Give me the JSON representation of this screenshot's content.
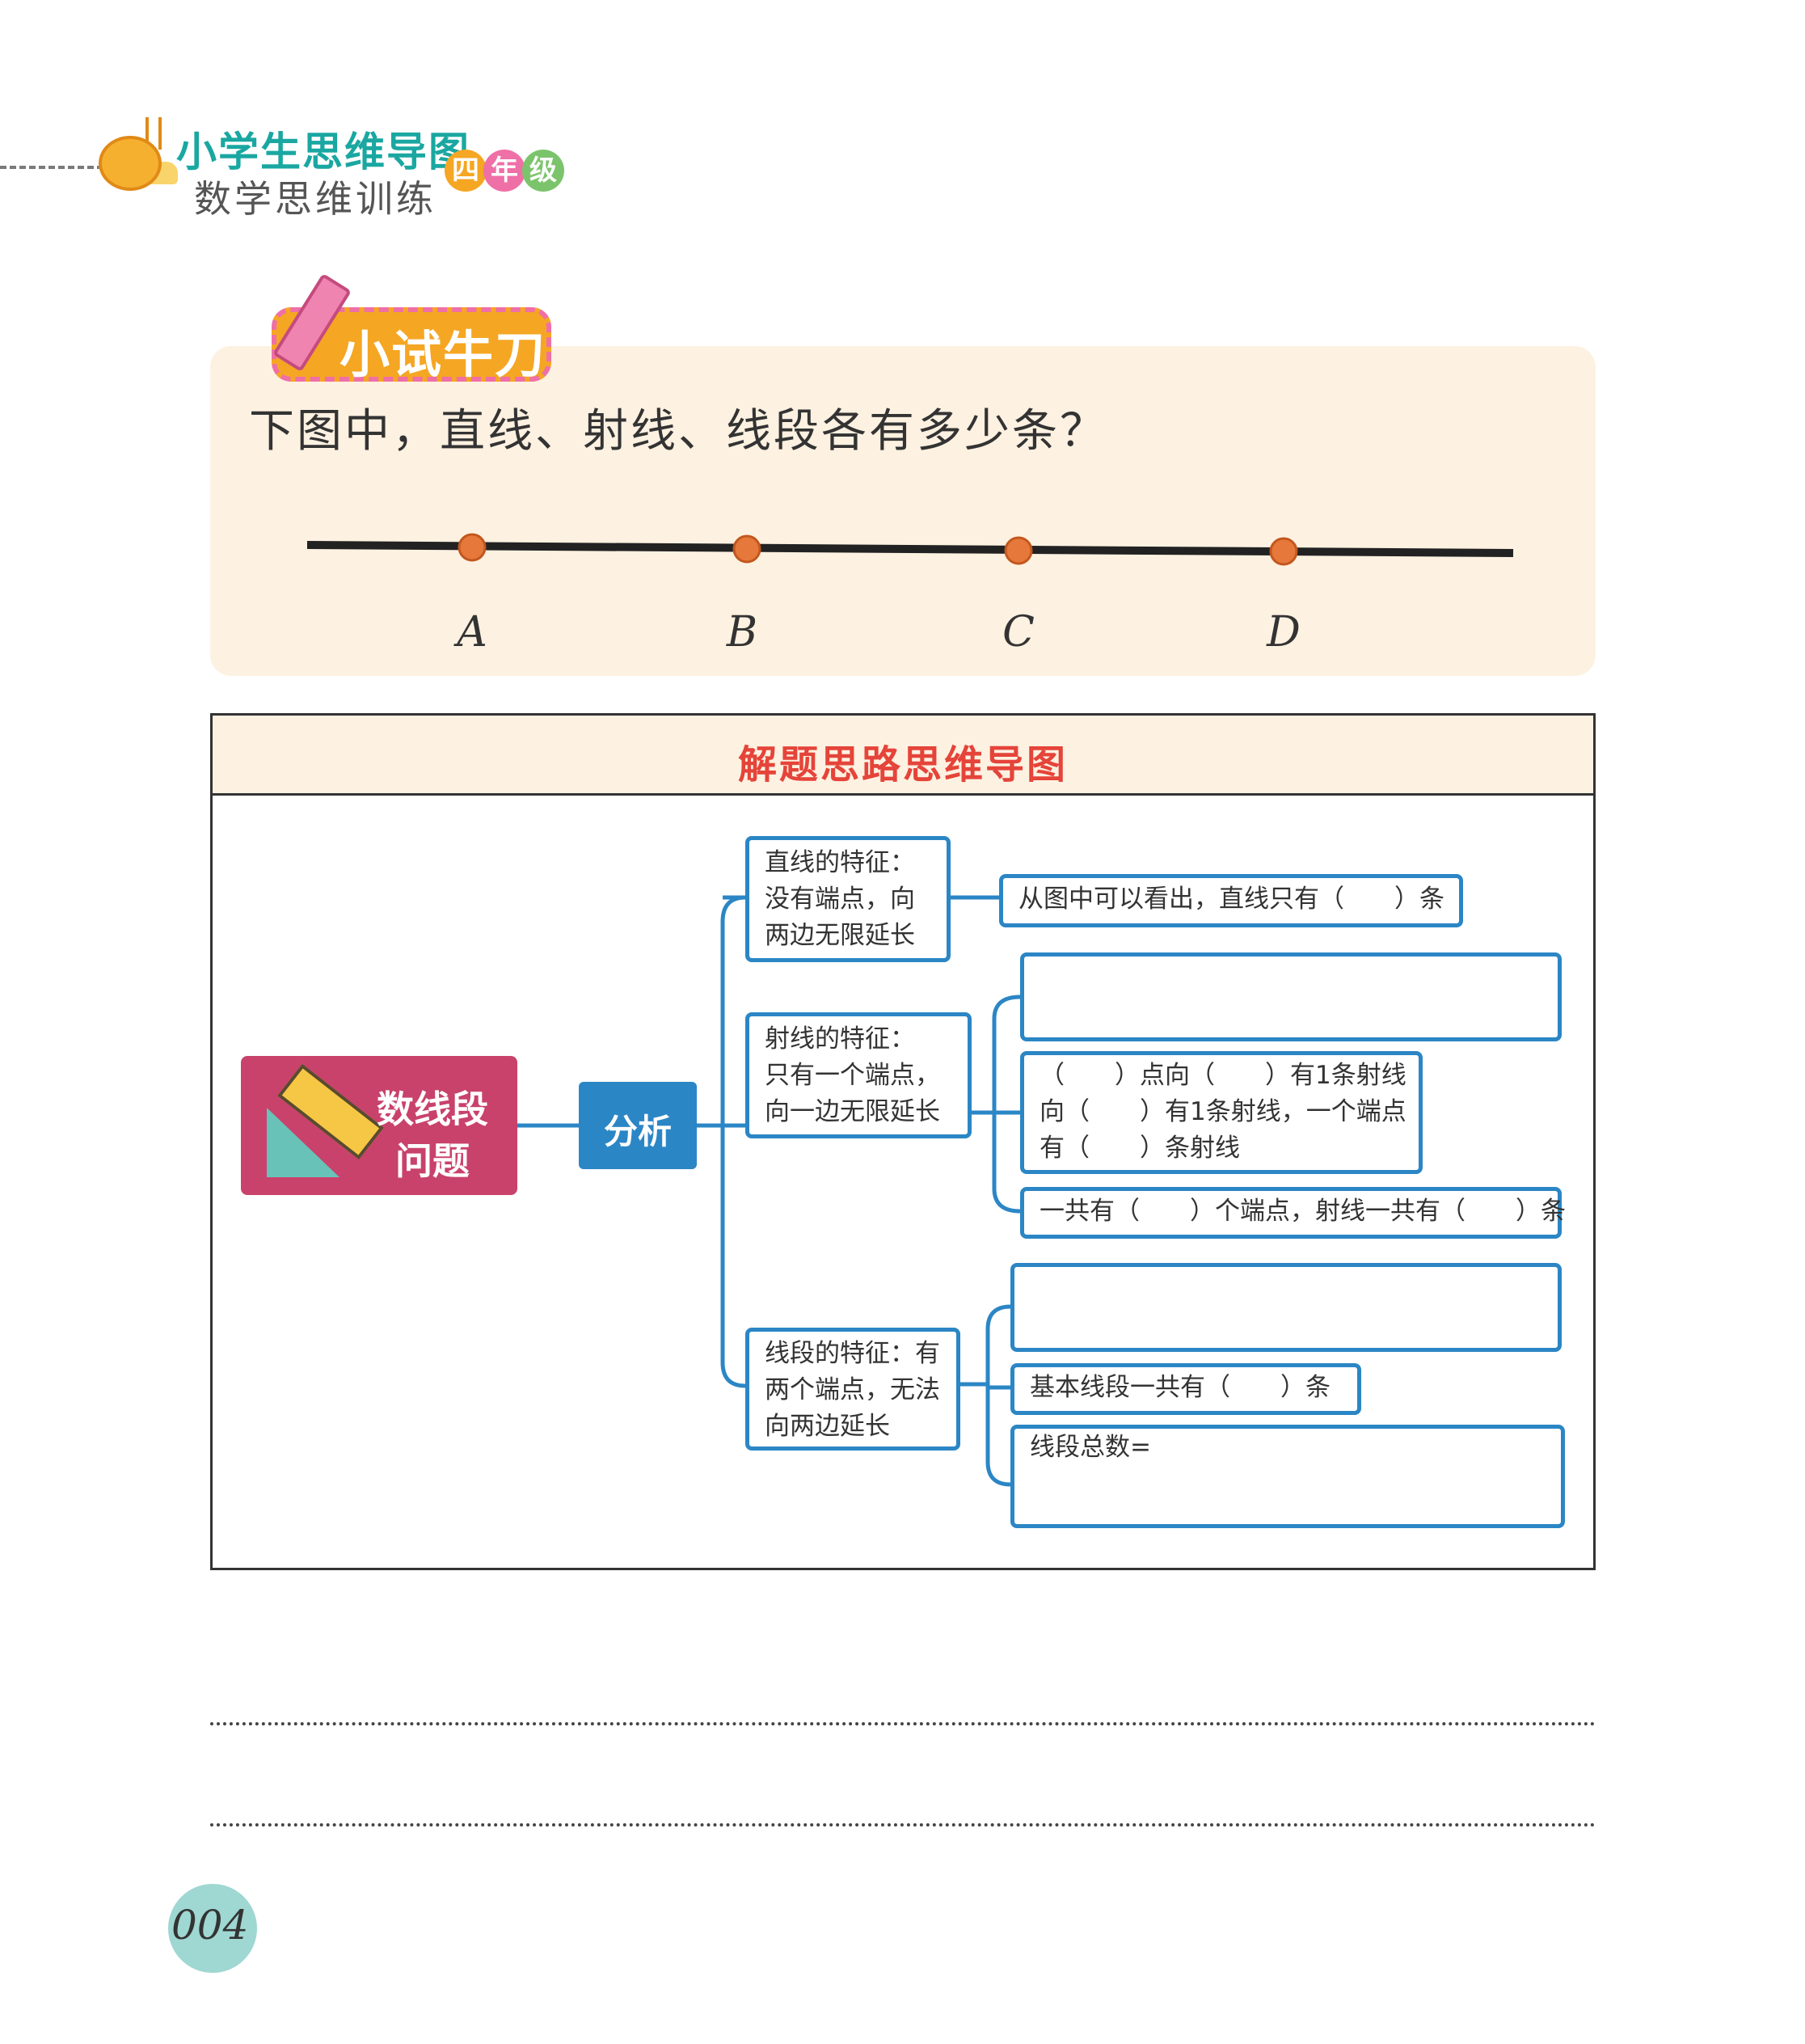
{
  "header": {
    "series_title": "小学生思维导图",
    "subtitle": "数学思维训练",
    "grade_chars": [
      "四",
      "年",
      "级"
    ]
  },
  "practice": {
    "badge_label": "小试牛刀",
    "question": "下图中，直线、射线、线段各有多少条？",
    "point_labels": [
      "A",
      "B",
      "C",
      "D"
    ]
  },
  "mindmap": {
    "title": "解题思路思维导图",
    "root_label_line1": "数线段",
    "root_label_line2": "问题",
    "analysis_label": "分析",
    "line_feature": "直线的特征：\n没有端点，向\n两边无限延长",
    "line_answer": "从图中可以看出，直线只有（　　）条",
    "ray_feature": "射线的特征：\n只有一个端点，\n向一边无限延长",
    "ray_detail": "（　　）点向（　　）有1条射线\n向（　　）有1条射线，一个端点\n有（　　）条射线",
    "ray_total": "一共有（　　）个端点，射线一共有（　　）条",
    "segment_feature": "线段的特征：有\n两个端点，无法\n向两边延长",
    "segment_basic": "基本线段一共有（　　）条",
    "segment_total": "线段总数="
  },
  "page_number": "004",
  "colors": {
    "teal": "#1aa7a1",
    "root_pink": "#c8426b",
    "branch_blue": "#2b86c5",
    "title_red": "#e5443a",
    "panel_cream": "#fdf1e1",
    "point_orange": "#e5783a"
  }
}
